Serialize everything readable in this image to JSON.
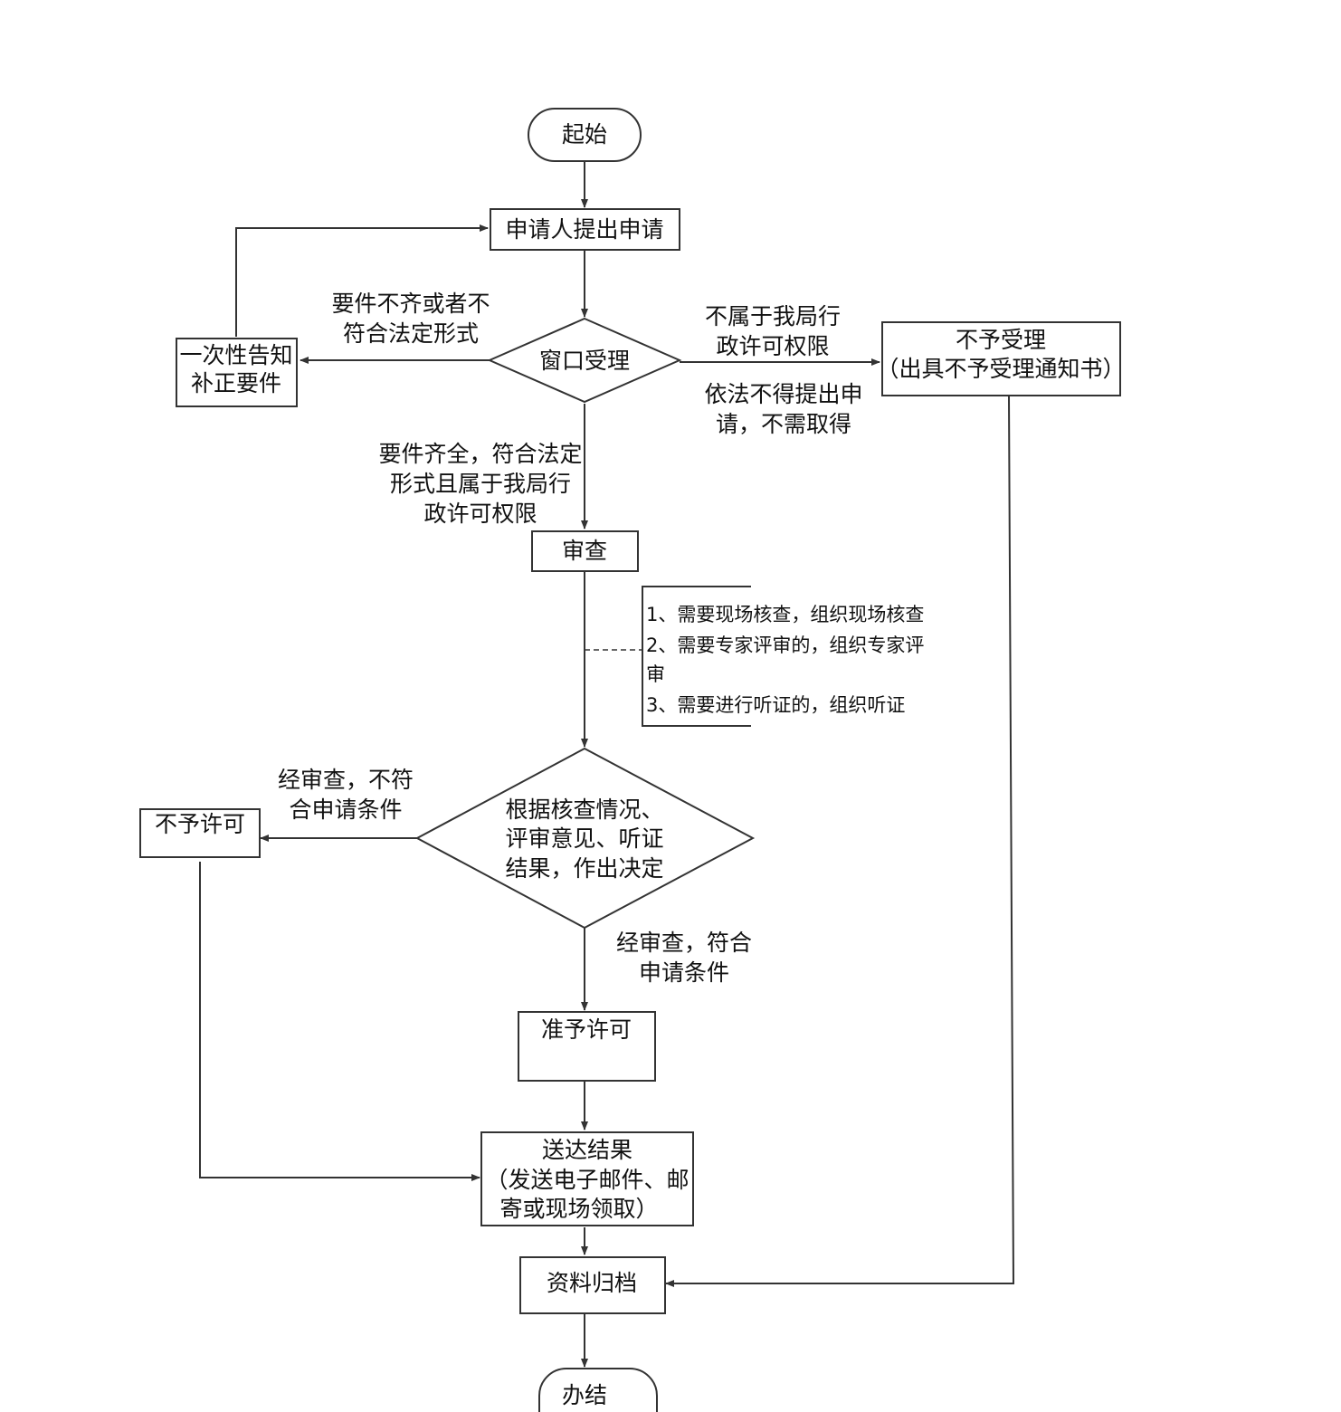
{
  "nodes": {
    "start": "起始",
    "apply": "申请人提出申请",
    "notify": [
      "一次性告知",
      "补正要件"
    ],
    "window": "窗口受理",
    "reject_accept": [
      "不予受理",
      "（出具不予受理通知书）"
    ],
    "review": "审查",
    "decide": [
      "根据核查情况、",
      "评审意见、听证",
      "结果，作出决定"
    ],
    "deny": "不予许可",
    "grant": "准予许可",
    "deliver": [
      "送达结果",
      "（发送电子邮件、邮",
      "寄或现场领取）"
    ],
    "archive": "资料归档",
    "end": "办结"
  },
  "edges": {
    "incomplete": [
      "要件不齐或者不",
      "符合法定形式"
    ],
    "not_authority": [
      "不属于我局行",
      "政许可权限"
    ],
    "not_needed": [
      "依法不得提出申",
      "请，不需取得"
    ],
    "complete": [
      "要件齐全，符合法定",
      "形式且属于我局行",
      "政许可权限"
    ],
    "not_qualified": [
      "经审查，不符",
      "合申请条件"
    ],
    "qualified": [
      "经审查，符合",
      "申请条件"
    ]
  },
  "note": [
    "1、需要现场核查，组织现场核查",
    "2、需要专家评审的，组织专家评",
    "审",
    "3、需要进行听证的，组织听证"
  ]
}
